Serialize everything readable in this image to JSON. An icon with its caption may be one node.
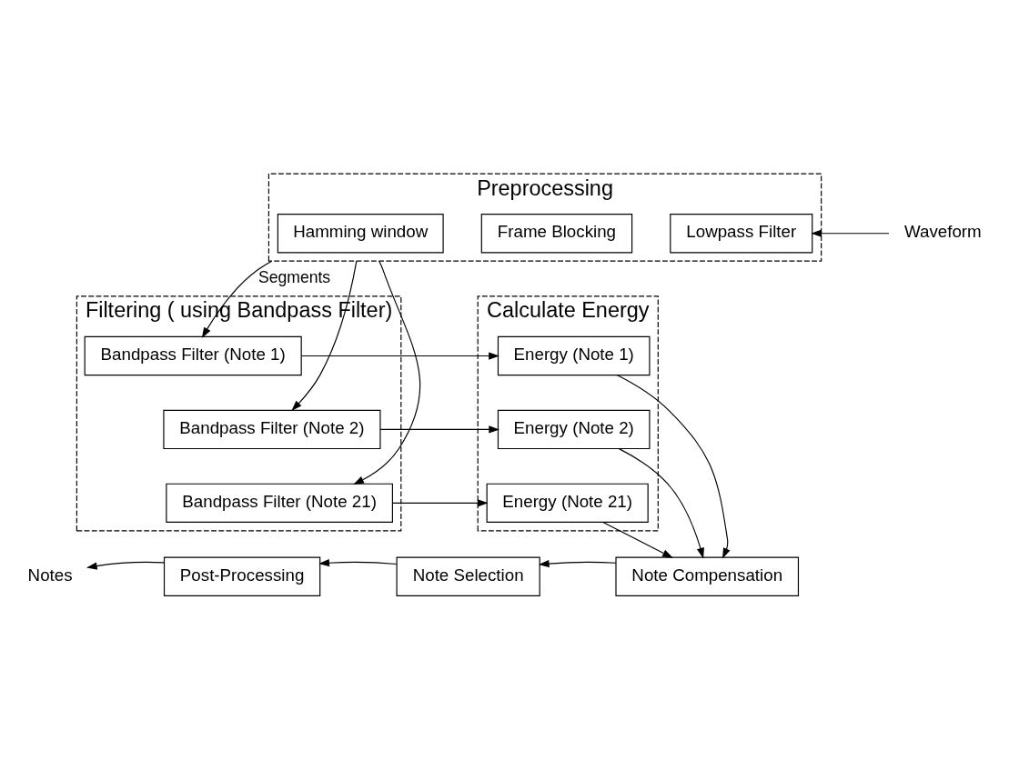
{
  "diagram": {
    "nodes": [
      {
        "text": [
          "Preprocessing"
        ]
      },
      {
        "text": [
          "Lowpass Filter"
        ],
        "in": 0
      },
      {
        "text": [
          "Frame Blocking"
        ],
        "in": 0
      },
      {
        "text": [
          "Hamming window"
        ],
        "in": 0
      },
      {
        "text": [
          "Waveform"
        ]
      },
      {
        "text": [
          "Filtering ( using Bandpass Filter)"
        ]
      },
      {
        "text": [
          "Bandpass Filter (Note 1)"
        ],
        "in": 5
      },
      {
        "text": [
          "Bandpass Filter (Note 2)"
        ],
        "in": 5
      },
      {
        "text": [
          "Bandpass Filter (Note 21)"
        ],
        "in": 5
      },
      {
        "text": [
          "Calculate Energy"
        ]
      },
      {
        "text": [
          "Energy (Note 1)"
        ],
        "in": 9
      },
      {
        "text": [
          "Energy (Note 2)"
        ],
        "in": 9
      },
      {
        "text": [
          "Energy (Note 21)"
        ],
        "in": 9
      },
      {
        "text": [
          "Note Compensation"
        ]
      },
      {
        "text": [
          "Note Selection"
        ]
      },
      {
        "text": [
          "Post-Processing"
        ]
      },
      {
        "text": [
          "Notes"
        ]
      }
    ],
    "edges": [
      {
        "from": 4,
        "to": 1,
        "arrow": "to"
      },
      {
        "from": 0,
        "to": 6,
        "arrow": "to",
        "label": "Segments"
      },
      {
        "from": 0,
        "to": 7,
        "arrow": "to"
      },
      {
        "from": 0,
        "to": 8,
        "arrow": "to"
      },
      {
        "from": 6,
        "to": 10,
        "arrow": "to"
      },
      {
        "from": 7,
        "to": 11,
        "arrow": "to"
      },
      {
        "from": 8,
        "to": 12,
        "arrow": "to"
      },
      {
        "from": 10,
        "to": 13,
        "arrow": "to"
      },
      {
        "from": 11,
        "to": 13,
        "arrow": "to"
      },
      {
        "from": 12,
        "to": 13,
        "arrow": "to"
      },
      {
        "from": 13,
        "to": 14,
        "arrow": "to"
      },
      {
        "from": 14,
        "to": 15,
        "arrow": "to"
      },
      {
        "from": 15,
        "to": 16,
        "arrow": "to"
      }
    ]
  }
}
